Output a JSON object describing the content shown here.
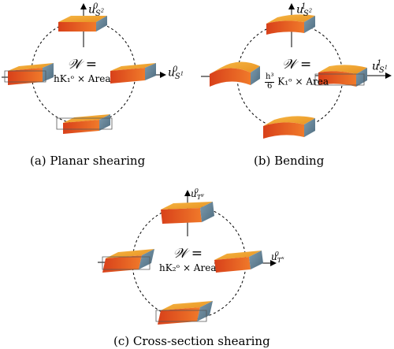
{
  "panels": [
    {
      "caption": "(a) Planar shearing",
      "y_axis_label": "u_{S^2}^0",
      "x_axis_label": "u_{S^1}^0",
      "energy_symbol": "𝒲 =",
      "energy_expr": "hK₁ᵒ × Area"
    },
    {
      "caption": "(b) Bending",
      "y_axis_label": "u_{S^2}^1",
      "x_axis_label": "u_{S^1}^1",
      "energy_symbol": "𝒲 =",
      "energy_expr_num": "h³",
      "energy_expr_den": "6",
      "energy_expr_rest": "K₁ᵒ × Area"
    },
    {
      "caption": "(c) Cross-section shearing",
      "y_axis_label": "u_{T^y}^0",
      "x_axis_label": "u_{T^x}^0",
      "energy_symbol": "𝒲 =",
      "energy_expr": "hK₂ᵒ × Area"
    }
  ],
  "colors": {
    "top_face": "#f0a02c",
    "front_face": "#e2521c",
    "side_face": "#6f8ea0",
    "outline": "#555555"
  }
}
